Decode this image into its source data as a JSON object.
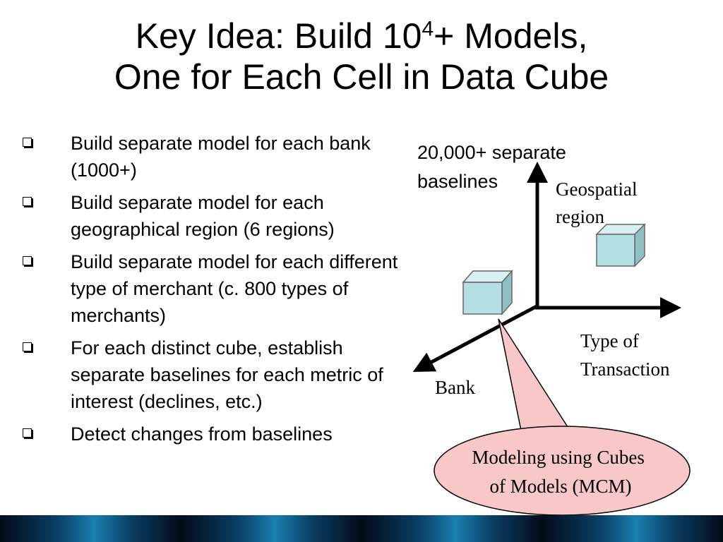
{
  "slide": {
    "title": {
      "line1_before_sup": "Key Idea: Build 10",
      "line1_sup": "4",
      "line1_after_sup": "+ Models,",
      "line2": "One for Each Cell in Data Cube"
    },
    "bullets": [
      "Build separate model for each bank (1000+)",
      "Build separate model for each geographical region (6 regions)",
      "Build separate model for each different type of merchant (c. 800 types of merchants)",
      "For each distinct cube, establish separate baselines for each metric of interest (declines, etc.)",
      "Detect changes from baselines"
    ]
  },
  "diagram": {
    "baselines_label": [
      "20,000+ separate",
      "baselines"
    ],
    "axis_vertical_label": [
      "Geospatial",
      "region"
    ],
    "axis_horizontal_label": [
      "Type of",
      "Transaction"
    ],
    "axis_diagonal_label": "Bank",
    "callout": [
      "Modeling using Cubes",
      "of Models (MCM)"
    ],
    "colors": {
      "cube_front": "#b3dfe2",
      "cube_top": "#d9f0f2",
      "cube_side": "#8fbfc4",
      "callout_fill": "#f8c8c8",
      "footer_dark": "#020c1a",
      "footer_light": "#1a7fb0"
    }
  }
}
